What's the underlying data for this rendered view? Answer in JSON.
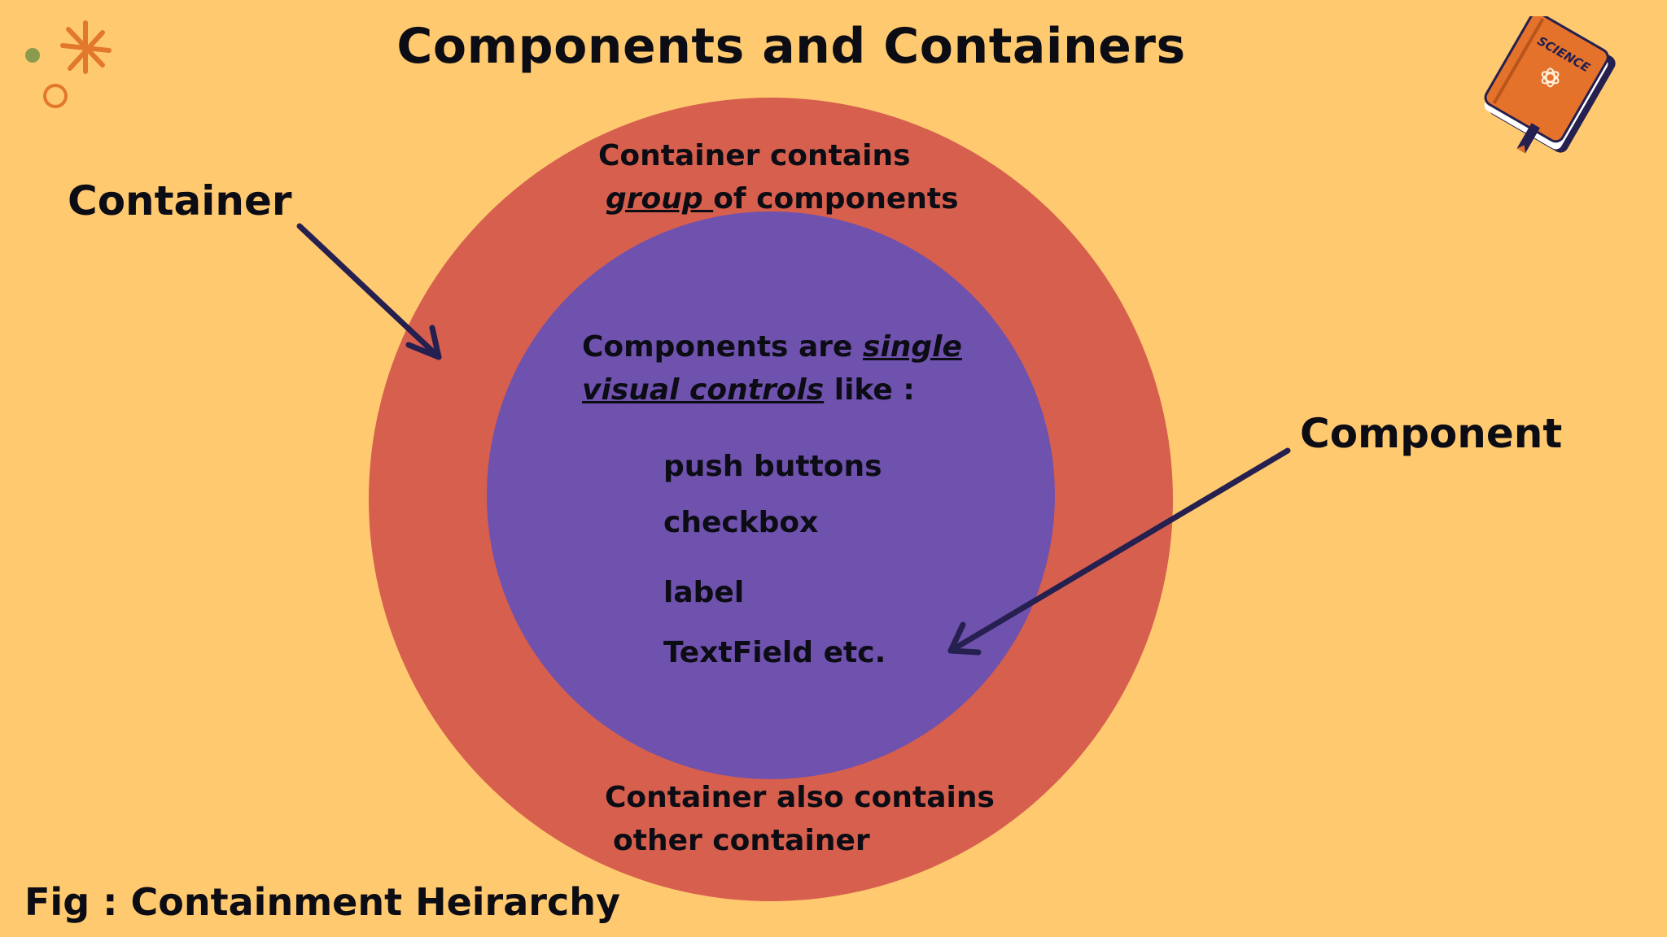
{
  "title": "Components and Containers",
  "labels": {
    "container": "Container",
    "component": "Component"
  },
  "outer_ring": {
    "top_line1": "Container contains",
    "top_group": "group ",
    "top_rest": "of components",
    "bottom_line1": "Container also contains",
    "bottom_line2": "other container"
  },
  "inner_circle": {
    "intro_a": "Components are ",
    "intro_single": "single",
    "intro_visual": "visual controls",
    "intro_like": " like :",
    "items": [
      "push buttons",
      "checkbox",
      "label",
      "TextField etc."
    ]
  },
  "caption": "Fig : Containment  Heirarchy",
  "book_text": "SCIENCE",
  "colors": {
    "background": "#ffc970",
    "outer_circle": "#d65f4e",
    "inner_circle": "#6f51ae",
    "arrow": "#25204f",
    "book": "#e4722a",
    "doodle": "#e2782c"
  },
  "icons": [
    "asterisk-doodle",
    "dot-doodle",
    "ring-doodle",
    "science-book-icon",
    "arrow-icon"
  ]
}
